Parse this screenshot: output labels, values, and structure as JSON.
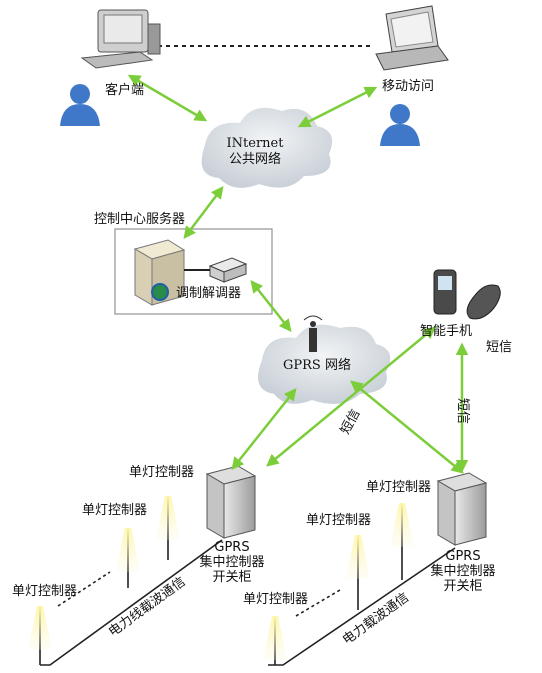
{
  "nodes": {
    "client": "客户端",
    "mobile_access": "移动访问",
    "internet_line1": "INternet",
    "internet_line2": "公共网络",
    "control_center": "控制中心服务器",
    "modem": "调制解调器",
    "smartphone": "智能手机",
    "sms": "短信",
    "gprs_net": "GPRS 网络",
    "left_cabinet": {
      "line1": "GPRS",
      "line2": "集中控制器",
      "line3": "开关柜"
    },
    "right_cabinet": {
      "line1": "GPRS",
      "line2": "集中控制器",
      "line3": "开关柜"
    },
    "lamp_controller": "单灯控制器"
  },
  "links": {
    "left_sms": "短信",
    "right_sms": "短信",
    "left_plc": "电力线载波通信",
    "right_plc": "电力载波通信"
  },
  "colors": {
    "arrow": "#7ccd3a",
    "cloud": "#d7dde3",
    "person": "#3f78c8",
    "server_frame": "#9a9a9a",
    "lamp_light": "#f2ea8a"
  }
}
